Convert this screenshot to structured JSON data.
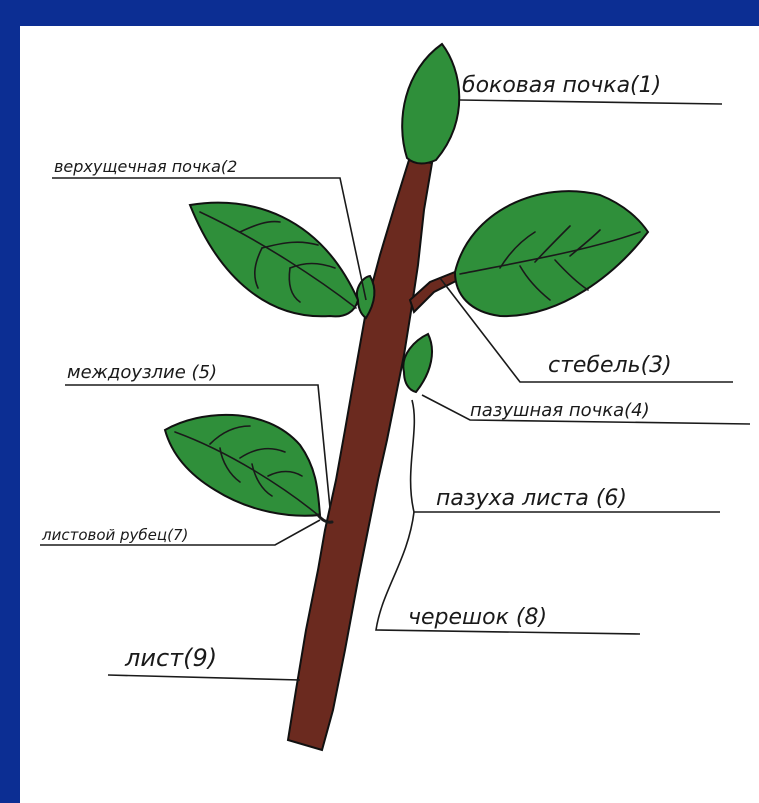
{
  "labels": {
    "l1": "боковая почка(1)",
    "l2": "верхущечная почка(2",
    "l3": "стебель(3)",
    "l4": "пазушная почка(4)",
    "l5": "междоузлие (5)",
    "l6": "пазуха листа (6)",
    "l7": "листовой рубец(7)",
    "l8": "черешок (8)",
    "l9": "лист(9)"
  },
  "colors": {
    "frame": "#0c2e93",
    "background": "#ffffff",
    "leaf": "#2f8f3a",
    "stem": "#6b2a1f"
  }
}
